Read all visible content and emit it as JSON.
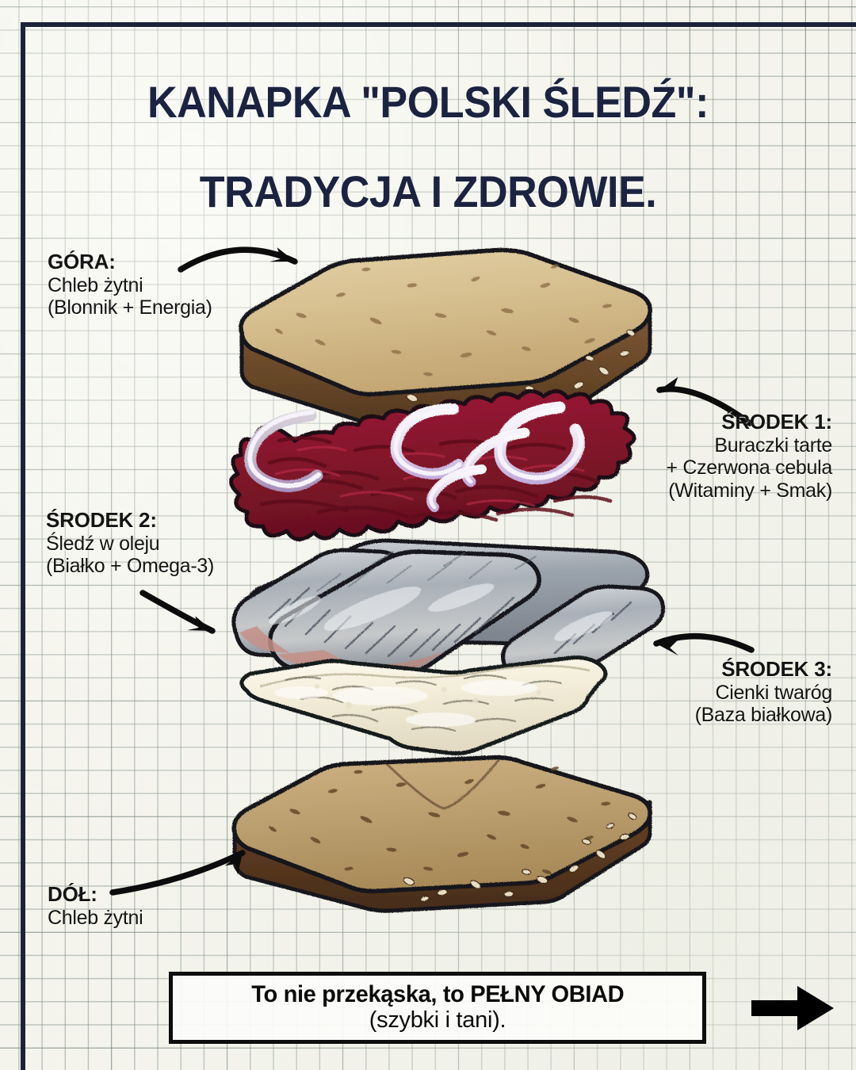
{
  "poster": {
    "title_line1": "KANAPKA \"POLSKI ŚLEDŹ\":",
    "title_line2": "TRADYCJA I ZDROWIE.",
    "title_color": "#1b2340",
    "background": "graph-paper",
    "frame_color": "#1c2339"
  },
  "labels": {
    "top": {
      "heading": "GÓRA:",
      "line1": "Chleb żytni",
      "line2": "(Blonnik + Energia)"
    },
    "middle1": {
      "heading": "ŚRODEK 1:",
      "line1": "Buraczki tarte",
      "line2": "+ Czerwona cebula",
      "line3": "(Witaminy + Smak)"
    },
    "middle2": {
      "heading": "ŚRODEK 2:",
      "line1": "Śledź w oleju",
      "line2": "(Białko + Omega-3)"
    },
    "middle3": {
      "heading": "ŚRODEK 3:",
      "line1": "Cienki twaróg",
      "line2": "(Baza białkowa)"
    },
    "bottom": {
      "heading": "DÓŁ:",
      "line1": "Chleb żytni"
    }
  },
  "illustration": {
    "type": "exploded-sandwich-diagram",
    "layers": [
      {
        "name": "top-bread-slice",
        "item": "Chleb żytni",
        "crumb_color": "#d8c293",
        "crust_color": "#6d4d30"
      },
      {
        "name": "beetroot-onion-layer",
        "item": "Buraczki tarte + czerwona cebula",
        "beet_color": "#8c1530",
        "onion_color": "#e8dcec"
      },
      {
        "name": "herring-fillets",
        "item": "Śledź w oleju",
        "skin_color": "#9aa3ac",
        "flesh_color": "#c9a79b"
      },
      {
        "name": "curd-cheese-layer",
        "item": "Cienki twaróg",
        "curd_color": "#f4efdc"
      },
      {
        "name": "bottom-bread-slice",
        "item": "Chleb żytni",
        "crumb_color": "#c2a878",
        "crust_color": "#5b3c23"
      }
    ]
  },
  "banner": {
    "line1": "To nie przekąska, to PEŁNY OBIAD",
    "line2": "(szybki i tani)."
  },
  "cta": {
    "icon": "right-arrow-icon"
  }
}
